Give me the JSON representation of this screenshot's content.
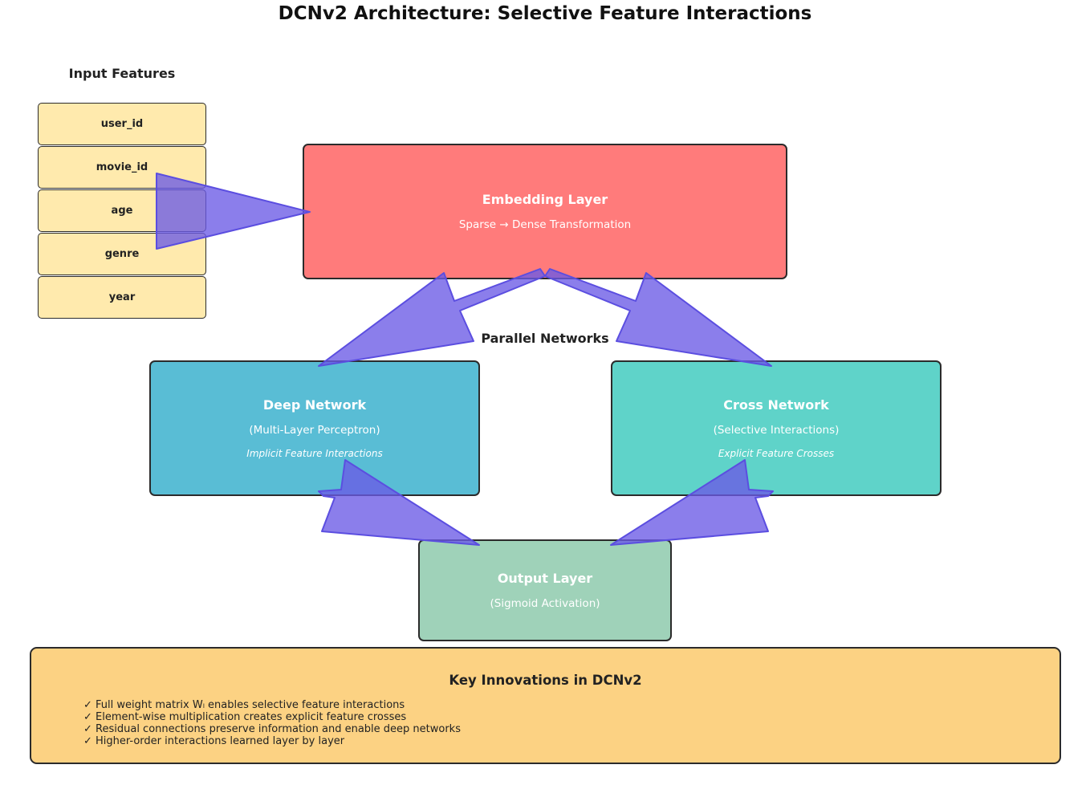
{
  "title": "DCNv2 Architecture: Selective Feature Interactions",
  "input_features": {
    "heading": "Input Features",
    "items": [
      "user_id",
      "movie_id",
      "age",
      "genre",
      "year"
    ]
  },
  "embedding": {
    "title": "Embedding Layer",
    "subtitle": "Sparse → Dense Transformation"
  },
  "parallel_label": "Parallel Networks",
  "deep_network": {
    "title": "Deep Network",
    "subtitle": "(Multi-Layer Perceptron)",
    "note": "Implicit Feature Interactions"
  },
  "cross_network": {
    "title": "Cross Network",
    "subtitle": "(Selective Interactions)",
    "note": "Explicit Feature Crosses"
  },
  "output_layer": {
    "title": "Output Layer",
    "subtitle": "(Sigmoid Activation)"
  },
  "key_innovations": {
    "title": "Key Innovations in DCNv2",
    "items": [
      "✓ Full weight matrix Wₗ enables selective feature interactions",
      "✓ Element-wise multiplication creates explicit feature crosses",
      "✓ Residual connections preserve information and enable deep networks",
      "✓ Higher-order interactions learned layer by layer"
    ]
  },
  "colors": {
    "feature_box": "#ffeaad",
    "embedding": "#ff7b7b",
    "deep": "#59bdd5",
    "cross": "#5fd3c9",
    "output": "#9fd2b9",
    "innovations": "#fcd283",
    "arrow": "#6a5ae6"
  }
}
